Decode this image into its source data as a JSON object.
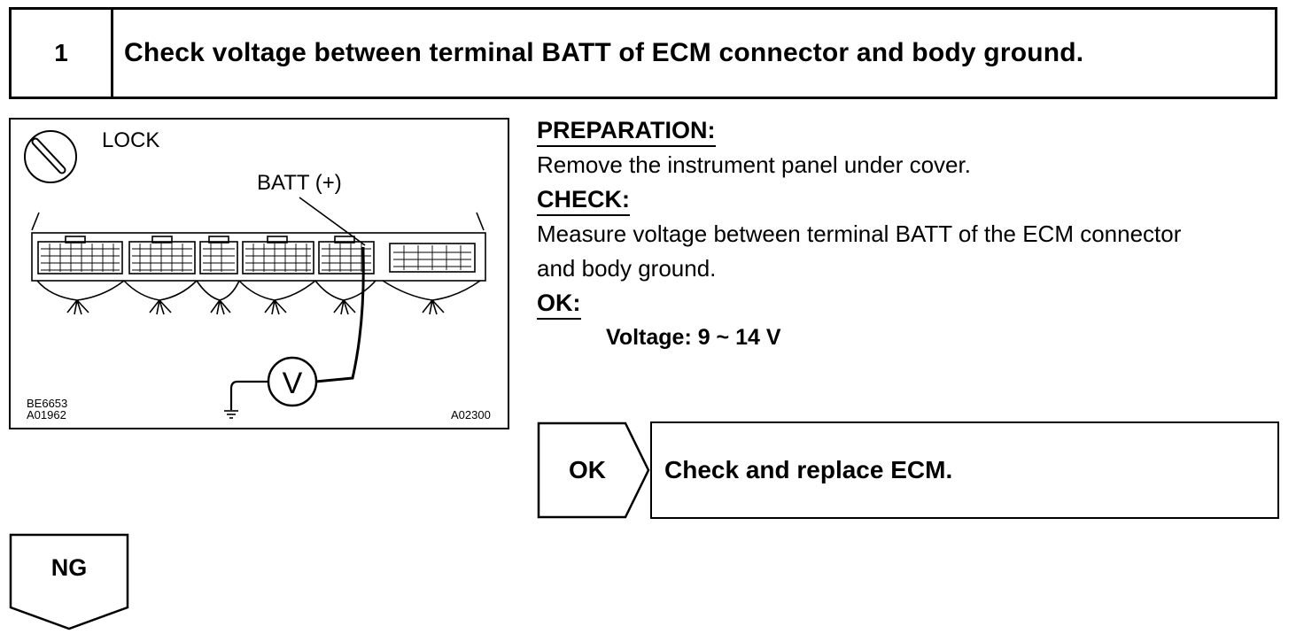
{
  "step": {
    "number": "1",
    "title": "Check voltage between terminal BATT of ECM connector and body ground."
  },
  "diagram": {
    "ignition_label": "LOCK",
    "terminal_label": "BATT (+)",
    "meter_symbol": "V",
    "code_left_1": "BE6653",
    "code_left_2": "A01962",
    "code_right": "A02300",
    "icons": [
      "ignition-key-icon",
      "ecm-connector-icon",
      "voltmeter-icon",
      "ground-icon"
    ]
  },
  "instructions": {
    "preparation_heading": "PREPARATION:",
    "preparation_text": "Remove the instrument panel under cover.",
    "check_heading": "CHECK:",
    "check_text_line1": "Measure voltage between terminal BATT of the ECM connector",
    "check_text_line2": "and body ground.",
    "ok_heading": "OK:",
    "ok_spec": "Voltage: 9 ~ 14 V"
  },
  "results": {
    "ok_label": "OK",
    "ok_action": "Check and replace ECM.",
    "ng_label": "NG"
  }
}
